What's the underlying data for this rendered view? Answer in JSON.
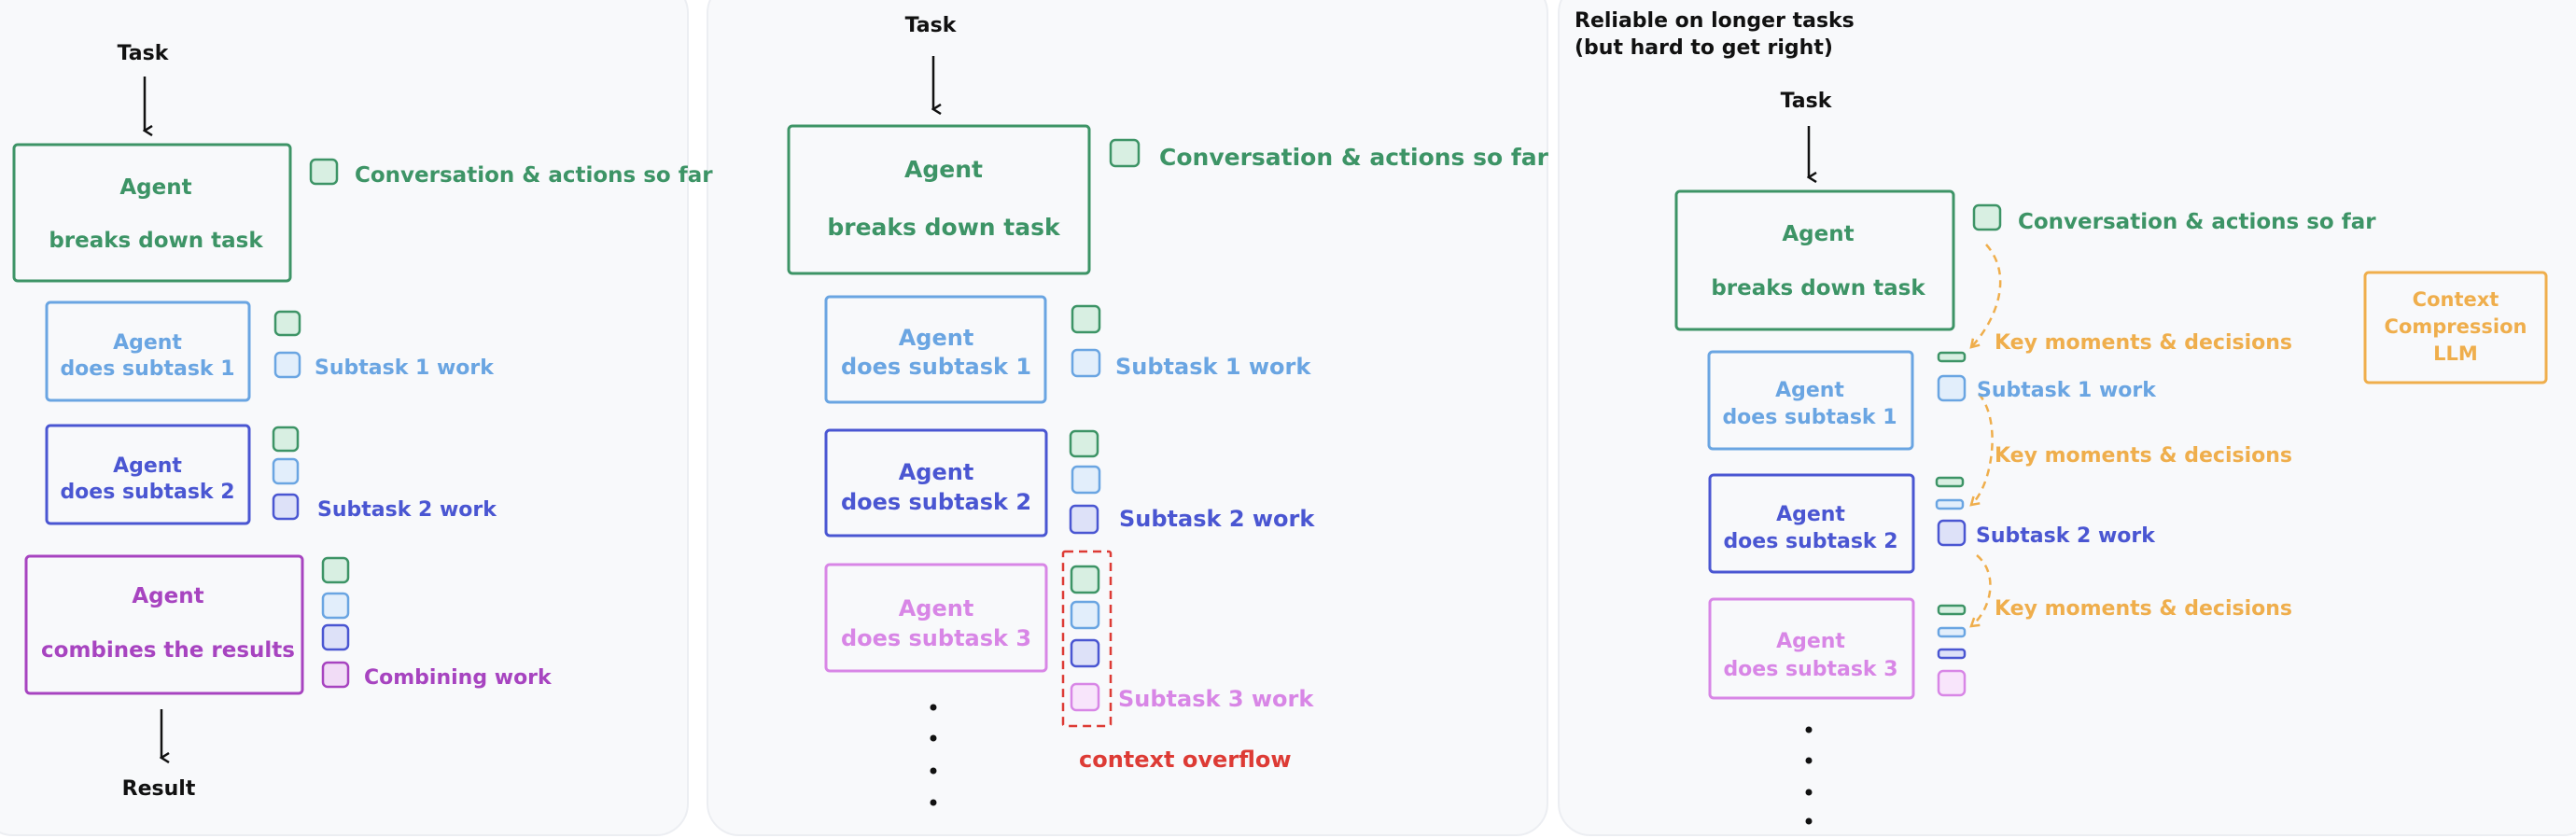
{
  "colors": {
    "green": "#3d9466",
    "green_fill": "#d8efe2",
    "blue": "#6aa5e2",
    "blue_fill": "#e2eefb",
    "dark": "#4a56d2",
    "dark_fill": "#dde1f8",
    "purple": "#a744c0",
    "purple_fill": "#f1dcf6",
    "pink": "#d886e6",
    "pink_fill": "#f8e5fb",
    "orange": "#efae4c",
    "red": "#dd3b35",
    "panel": "#f8f9fb"
  },
  "p1": {
    "task": "Task",
    "agent_main": "Agent",
    "agent_main_sub": "breaks down task",
    "conversation": "Conversation & actions so far",
    "s1_title": "Agent",
    "s1_sub": "does subtask 1",
    "s1_work": "Subtask 1 work",
    "s2_title": "Agent",
    "s2_sub": "does subtask 2",
    "s2_work": "Subtask 2 work",
    "combine_title": "Agent",
    "combine_sub": "combines the results",
    "combine_work": "Combining work",
    "result": "Result"
  },
  "p2": {
    "task": "Task",
    "agent_main": "Agent",
    "agent_main_sub": "breaks down task",
    "conversation": "Conversation & actions so far",
    "s1_title": "Agent",
    "s1_sub": "does subtask 1",
    "s1_work": "Subtask 1 work",
    "s2_title": "Agent",
    "s2_sub": "does subtask 2",
    "s2_work": "Subtask 2 work",
    "s3_title": "Agent",
    "s3_sub": "does subtask 3",
    "s3_work": "Subtask 3 work",
    "overflow": "context overflow"
  },
  "p3": {
    "heading_line1": "Reliable on longer tasks",
    "heading_line2": "(but hard to get right)",
    "task": "Task",
    "agent_main": "Agent",
    "agent_main_sub": "breaks down task",
    "conversation": "Conversation & actions so far",
    "key1": "Key moments & decisions",
    "key2": "Key moments & decisions",
    "key3": "Key moments & decisions",
    "s1_title": "Agent",
    "s1_sub": "does subtask 1",
    "s1_work": "Subtask 1 work",
    "s2_title": "Agent",
    "s2_sub": "does subtask 2",
    "s2_work": "Subtask 2 work",
    "s3_title": "Agent",
    "s3_sub": "does subtask 3",
    "llm_line1": "Context",
    "llm_line2": "Compression",
    "llm_line3": "LLM"
  }
}
